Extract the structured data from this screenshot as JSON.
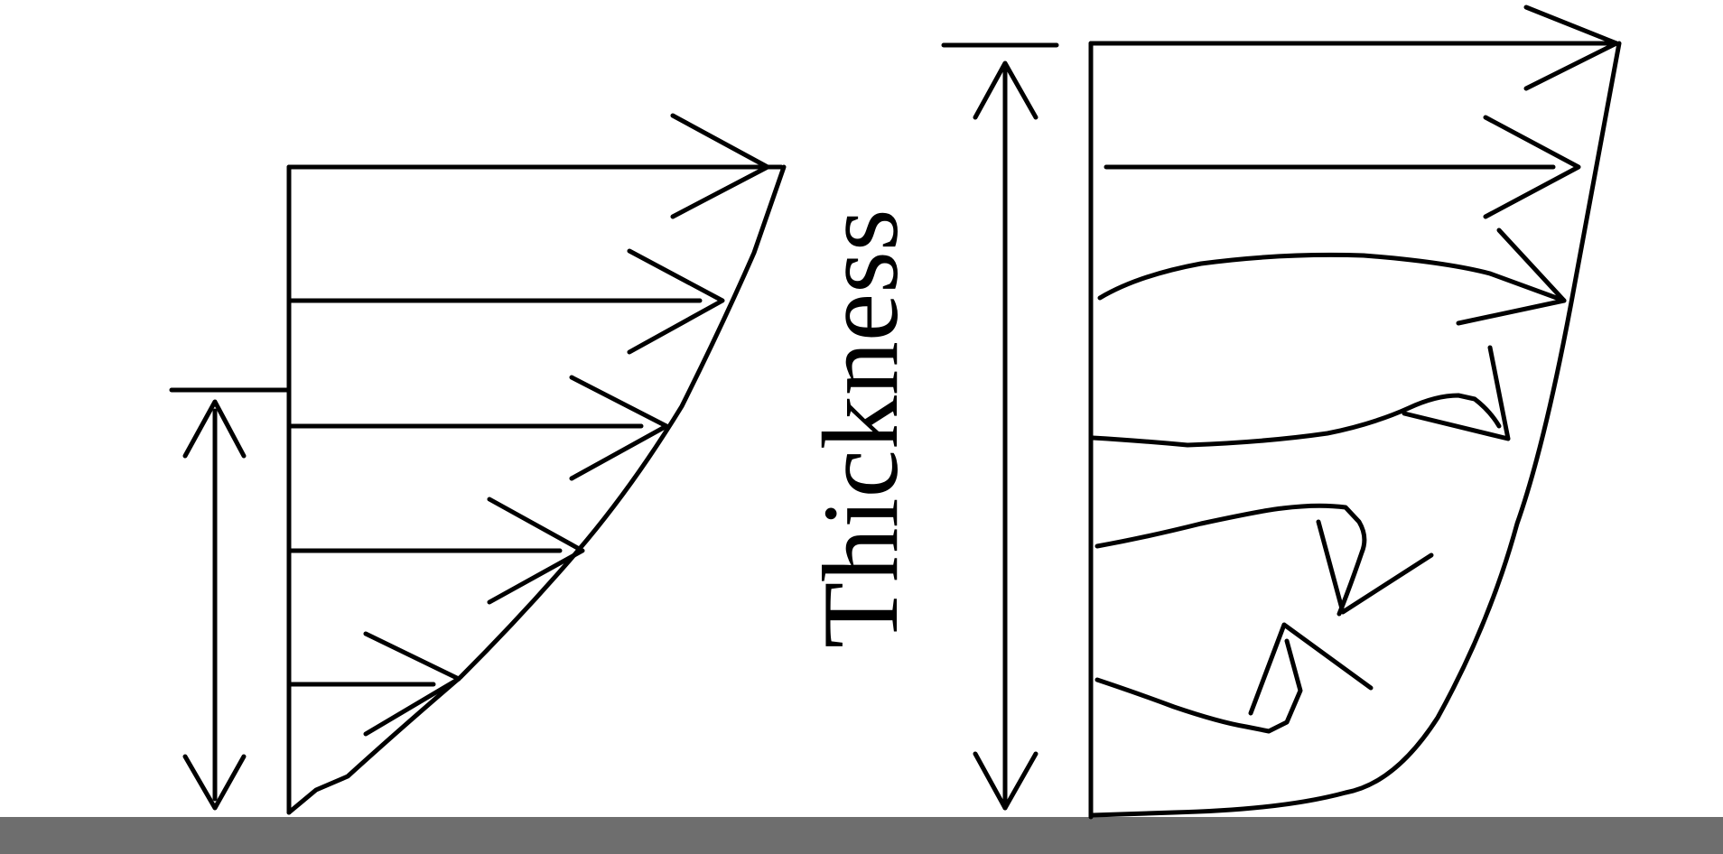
{
  "diagram": {
    "thickness_label": "Thickness",
    "colors": {
      "stroke": "#000000",
      "ground": "#6e6e6e",
      "background": "#ffffff"
    },
    "panels": [
      {
        "name": "laminar-velocity-profile",
        "description_visible": false
      },
      {
        "name": "turbulent-velocity-profile",
        "description_visible": false
      }
    ]
  }
}
